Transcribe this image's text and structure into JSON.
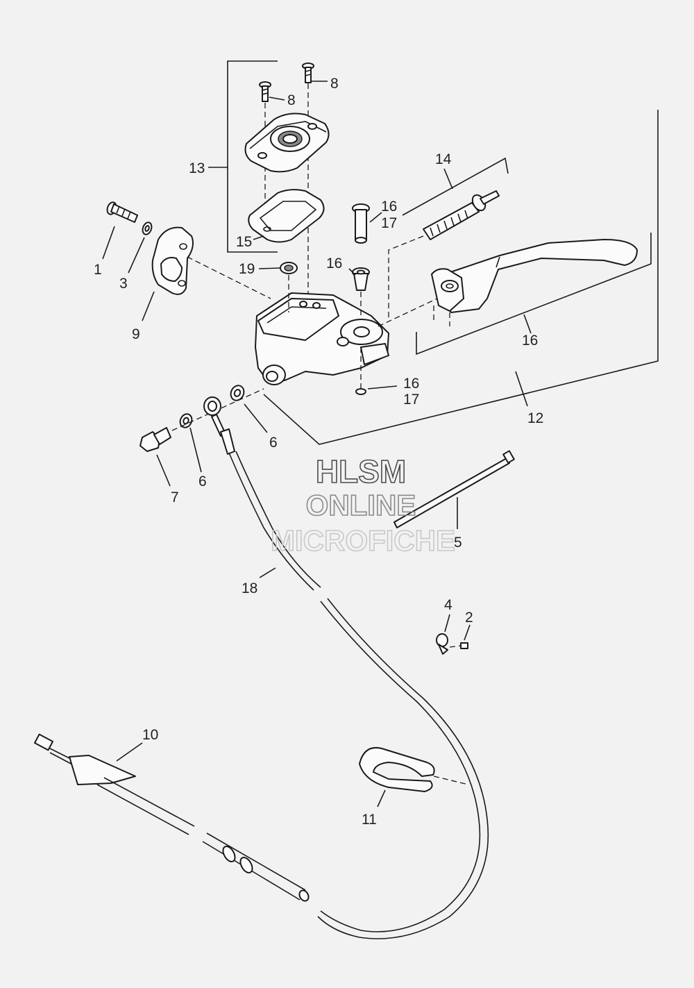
{
  "watermark": {
    "line1": "HLSM",
    "line2": "ONLINE",
    "line3": "MICROFICHE"
  },
  "callouts": {
    "c1": "1",
    "c2": "2",
    "c3": "3",
    "c4": "4",
    "c5": "5",
    "c6a": "6",
    "c6b": "6",
    "c7": "7",
    "c8a": "8",
    "c8b": "8",
    "c9": "9",
    "c10": "10",
    "c11": "11",
    "c12": "12",
    "c13": "13",
    "c14": "14",
    "c15": "15",
    "c16a": "16",
    "c16b": "16",
    "c16c": "16",
    "c16d": "16",
    "c17a": "17",
    "c17b": "17",
    "c18": "18",
    "c19": "19"
  }
}
